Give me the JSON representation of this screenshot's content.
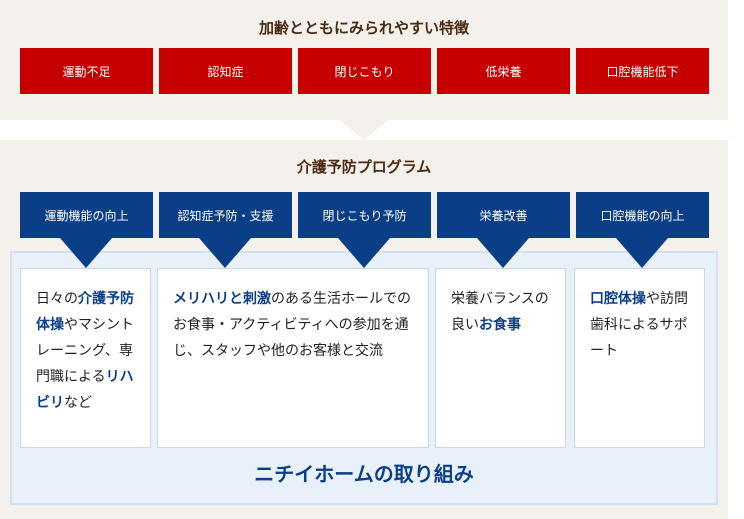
{
  "top": {
    "heading": "加齢とともにみられやすい特徴",
    "items": [
      "運動不足",
      "認知症",
      "閉じこもり",
      "低栄養",
      "口腔機能低下"
    ]
  },
  "program": {
    "heading": "介護予防プログラム",
    "items": [
      "運動機能の向上",
      "認知症予防・支援",
      "閉じこもり予防",
      "栄養改善",
      "口腔機能の向上"
    ]
  },
  "details": [
    {
      "before": "日々の",
      "bold": "介護予防体操",
      "after": "やマシントレーニング、専門職による",
      "bold2": "リハビリ",
      "after2": "など"
    },
    {
      "before": "",
      "bold": "メリハリと刺激",
      "after": "のある生活ホールでのお食事・アクティビティへの参加を通じ、スタッフや他のお客様と交流",
      "bold2": "",
      "after2": ""
    },
    {
      "before": "栄養バランスの良い",
      "bold": "お食事",
      "after": "",
      "bold2": "",
      "after2": ""
    },
    {
      "before": "",
      "bold": "口腔体操",
      "after": "や訪問歯科によるサポート",
      "bold2": "",
      "after2": ""
    }
  ],
  "footer": "ニチイホームの取り組み",
  "colors": {
    "red": "#c60000",
    "navy": "#0a3e87",
    "beige": "#f4f0eb",
    "panel": "#e8f0f9"
  }
}
